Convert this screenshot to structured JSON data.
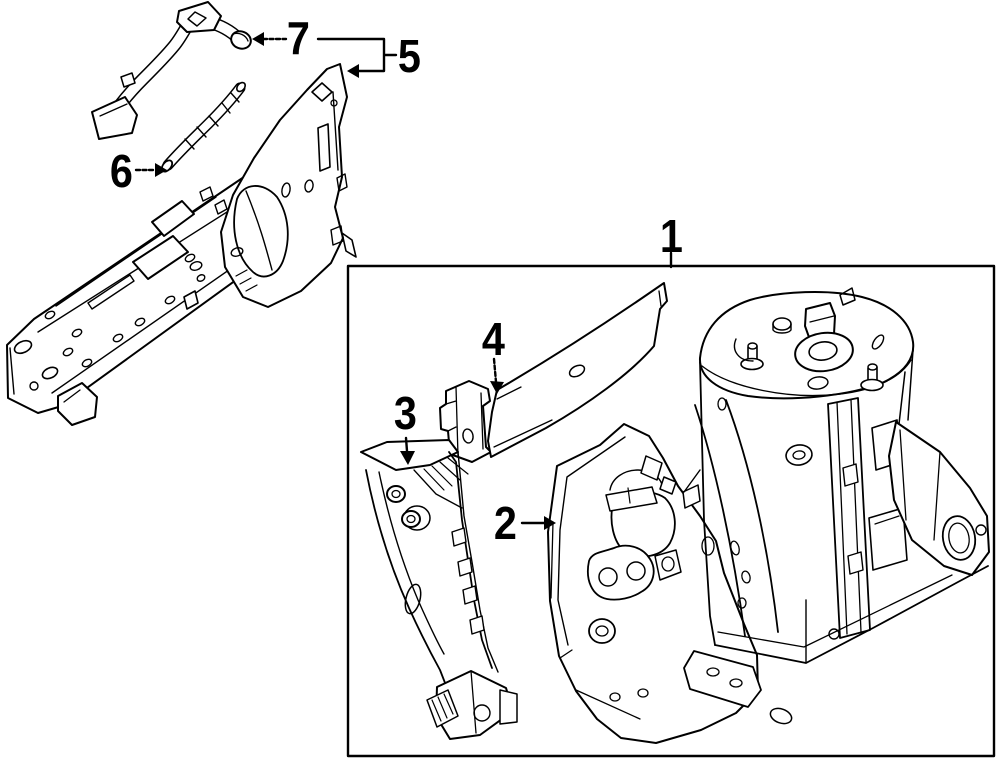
{
  "figure": {
    "type": "exploded-parts-line-diagram",
    "background_color": "#ffffff",
    "line_color": "#000000",
    "callouts": [
      {
        "number": "1"
      },
      {
        "number": "2"
      },
      {
        "number": "3"
      },
      {
        "number": "4"
      },
      {
        "number": "5"
      },
      {
        "number": "6"
      },
      {
        "number": "7"
      }
    ]
  }
}
